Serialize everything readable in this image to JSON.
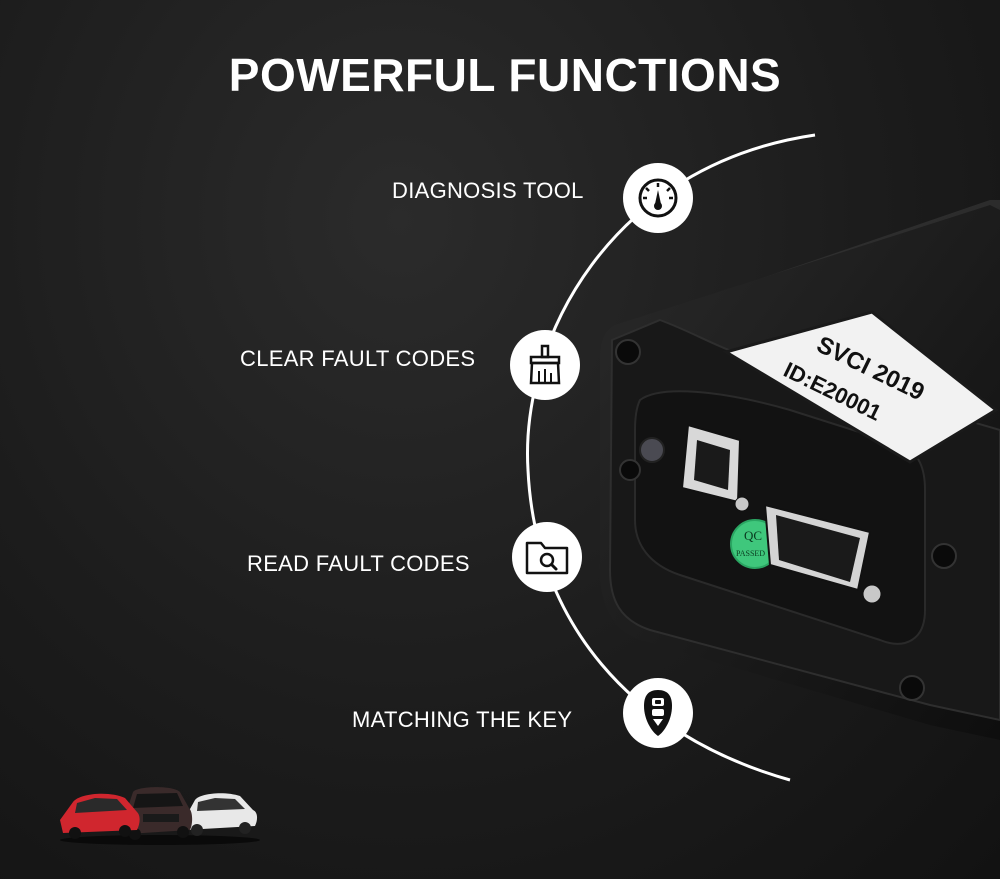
{
  "header": {
    "title": "POWERFUL FUNCTIONS"
  },
  "features": [
    {
      "label": "DIAGNOSIS TOOL",
      "icon": "speedometer-icon"
    },
    {
      "label": "CLEAR FAULT CODES",
      "icon": "brush-icon"
    },
    {
      "label": "READ FAULT CODES",
      "icon": "folder-search-icon"
    },
    {
      "label": "MATCHING THE KEY",
      "icon": "car-key-icon"
    }
  ],
  "device": {
    "sticker_line1": "SVCI  2019",
    "sticker_line2": "ID:E20001",
    "qc_line1": "QC",
    "qc_line2": "PASSED"
  },
  "colors": {
    "background": "#1c1c1c",
    "text": "#ffffff",
    "device_body": "#151515",
    "qc_badge": "#3fc77c"
  }
}
